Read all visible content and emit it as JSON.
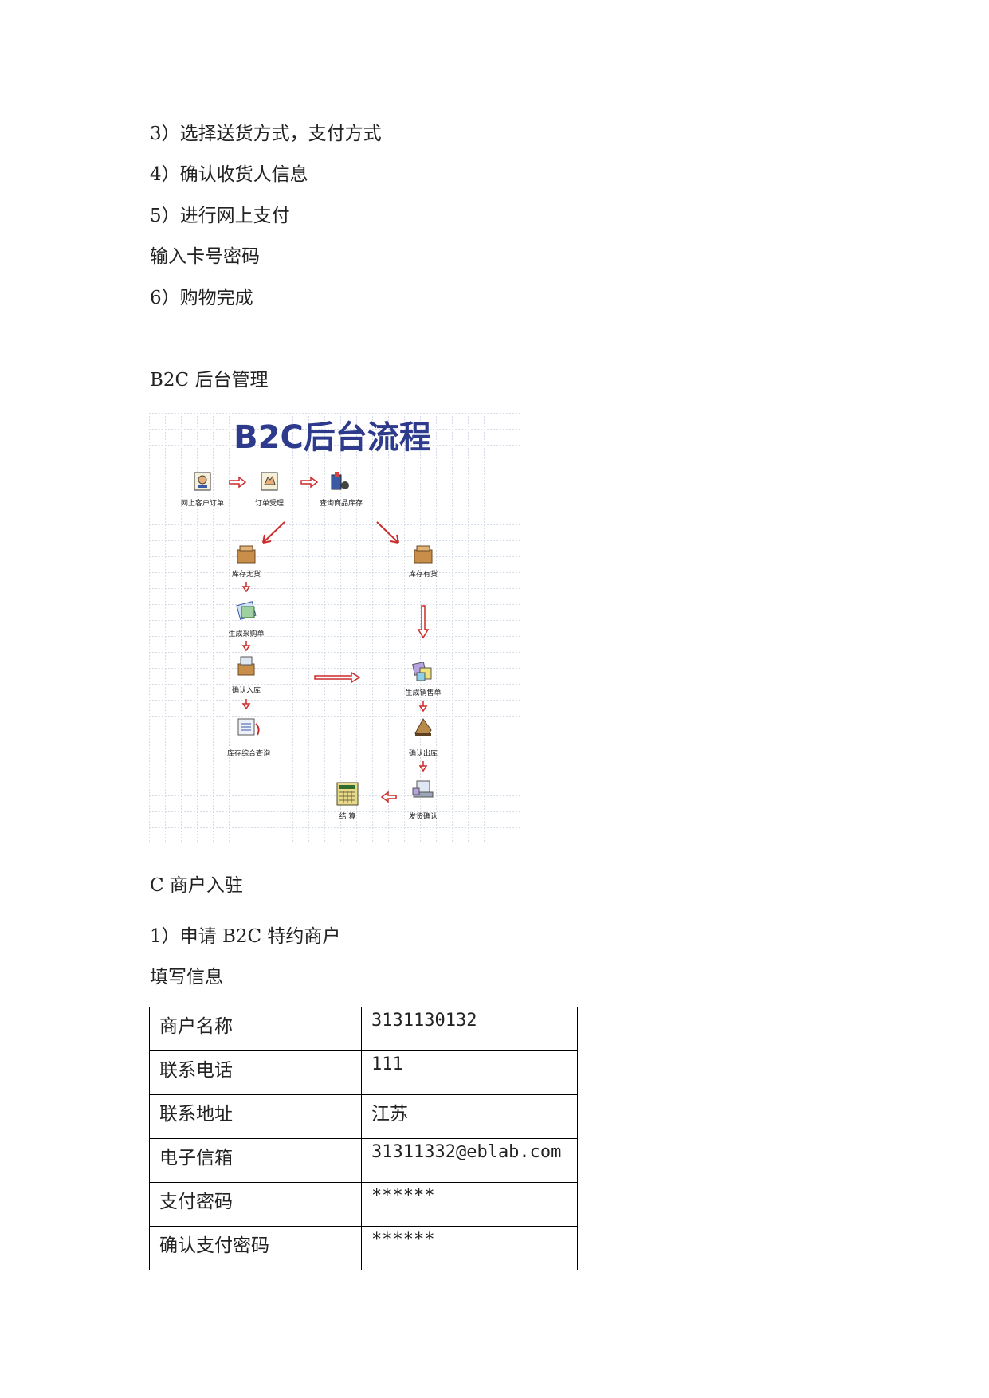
{
  "steps": [
    "3）选择送货方式，支付方式",
    "4）确认收货人信息",
    "5）进行网上支付",
    "输入卡号密码",
    "6）购物完成"
  ],
  "b2c_heading": "B2C 后台管理",
  "figure": {
    "title": "B2C后台流程",
    "nodes": {
      "online_order": "网上客户订单",
      "order_accept": "订单受理",
      "query_stock": "查询商品库存",
      "out_of_stock": "库存无货",
      "in_stock": "库存有货",
      "gen_purchase": "生成采购单",
      "confirm_in": "确认入库",
      "stock_query": "库存综合查询",
      "gen_sales": "生成销售单",
      "confirm_out": "确认出库",
      "ship_confirm": "发货确认",
      "settle": "结 算"
    }
  },
  "c_heading": "C 商户入驻",
  "apply_step": "1）申请 B2C 特约商户",
  "fill_info": "填写信息",
  "form_rows": [
    {
      "label": "商户名称",
      "value": "3131130132"
    },
    {
      "label": "联系电话",
      "value": "111"
    },
    {
      "label": "联系地址",
      "value": "江苏"
    },
    {
      "label": "电子信箱",
      "value": "31311332@eblab.com"
    },
    {
      "label": "支付密码",
      "value": "******"
    },
    {
      "label": "确认支付密码",
      "value": "******"
    }
  ],
  "colors": {
    "title_blue": "#2e3a8c",
    "arrow_red": "#cc2b2b",
    "grid": "#d6dbe8"
  }
}
